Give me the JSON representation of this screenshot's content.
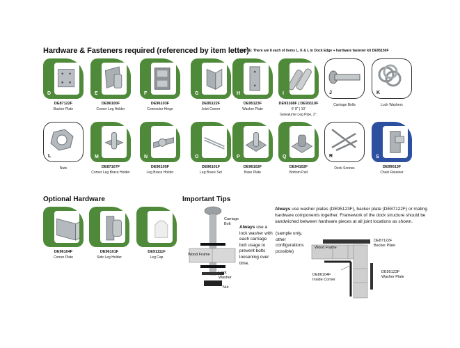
{
  "headings": {
    "hardware": "Hardware & Fasteners required (referenced by item letter)",
    "note": "NOTE: There are 8 each of items L, K & L in Dock Edge + hardware fastener kit DE95150F",
    "optional": "Optional Hardware",
    "tips": "Important Tips"
  },
  "row1": [
    {
      "letter": "D",
      "code": "DE87122F",
      "desc": "Backer Plate",
      "icon": "backer-plate-icon",
      "style": "green"
    },
    {
      "letter": "E",
      "code": "DE96100F",
      "desc": "Corner Leg Holder",
      "icon": "corner-leg-holder-icon",
      "style": "green"
    },
    {
      "letter": "F",
      "code": "DE96103F",
      "desc": "Connector Hinge",
      "icon": "connector-hinge-icon",
      "style": "green"
    },
    {
      "letter": "G",
      "code": "DE95122F",
      "desc": "Joist Corner",
      "icon": "joist-corner-icon",
      "style": "green"
    },
    {
      "letter": "H",
      "code": "DE95123F",
      "desc": "Washer Plate",
      "icon": "washer-plate-icon",
      "style": "green"
    },
    {
      "letter": "I",
      "code": "DE93168F | DE93110F",
      "desc": "6' 8\" | 10'",
      "desc2": "Galvalume Leg Pipe, 2\".",
      "icon": "leg-pipe-icon",
      "style": "green"
    },
    {
      "letter": "J",
      "code": "",
      "desc": "Carriage Bolts",
      "icon": "carriage-bolt-icon",
      "style": "outline"
    },
    {
      "letter": "K",
      "code": "",
      "desc": "Lock Washers",
      "icon": "lock-washer-icon",
      "style": "outline"
    }
  ],
  "row2": [
    {
      "letter": "L",
      "code": "",
      "desc": "Nuts",
      "icon": "nut-icon",
      "style": "outline"
    },
    {
      "letter": "M",
      "code": "DE87107F",
      "desc": "Corner Leg Brace Holder",
      "icon": "corner-brace-holder-icon",
      "style": "green"
    },
    {
      "letter": "N",
      "code": "DE96105F",
      "desc": "Leg Brace Holder",
      "icon": "leg-brace-holder-icon",
      "style": "green"
    },
    {
      "letter": "O",
      "code": "DE96101F",
      "desc": "Leg Brace Set",
      "icon": "leg-brace-set-icon",
      "style": "green"
    },
    {
      "letter": "P",
      "code": "DE96102F",
      "desc": "Base Plate",
      "icon": "base-plate-icon",
      "style": "green"
    },
    {
      "letter": "Q",
      "code": "DE94102F",
      "desc": "Bottom Pad",
      "icon": "bottom-pad-icon",
      "style": "green"
    },
    {
      "letter": "R",
      "code": "",
      "desc": "Deck Screws",
      "icon": "deck-screw-icon",
      "style": "outline"
    },
    {
      "letter": "S",
      "code": "DE99013F",
      "desc": "Chain Retainer",
      "icon": "chain-retainer-icon",
      "style": "blue"
    }
  ],
  "optional": [
    {
      "code": "DE96104F",
      "desc": "Corner Plate",
      "icon": "corner-plate-icon"
    },
    {
      "code": "DE96101F",
      "desc": "Side Leg Holder",
      "icon": "side-leg-holder-icon"
    },
    {
      "code": "DE91111F",
      "desc": "Leg Cap",
      "icon": "leg-cap-icon"
    }
  ],
  "tips": {
    "bolt_label_1": "Carriage",
    "bolt_label_2": "Bolt",
    "always1_bold": "Always",
    "always1_rest": " use a lock washer with each carriage bolt usage to prevent bolts loosening over time.",
    "wood_frame": "Wood Frame",
    "lock_washer_1": "Lock",
    "lock_washer_2": "Washer",
    "nut": "Nut",
    "always2_bold": "Always",
    "always2_rest": " use washer plates (DE95123F), backer plate (DE87122F) or mating hardware components together. Framework of the dock structure should be sandwiched between hardware pieces at all joint locations as shown.",
    "sample_note": "(sample only, other configurations possible)",
    "wood_frame_2": "Wood Frame",
    "backer_code": "DE87122F",
    "backer_label": "Backer Plate",
    "inside_code": "DE86104F",
    "inside_label": "Inside Corner",
    "washer_code": "DE95123F",
    "washer_label": "Washer Plate"
  }
}
